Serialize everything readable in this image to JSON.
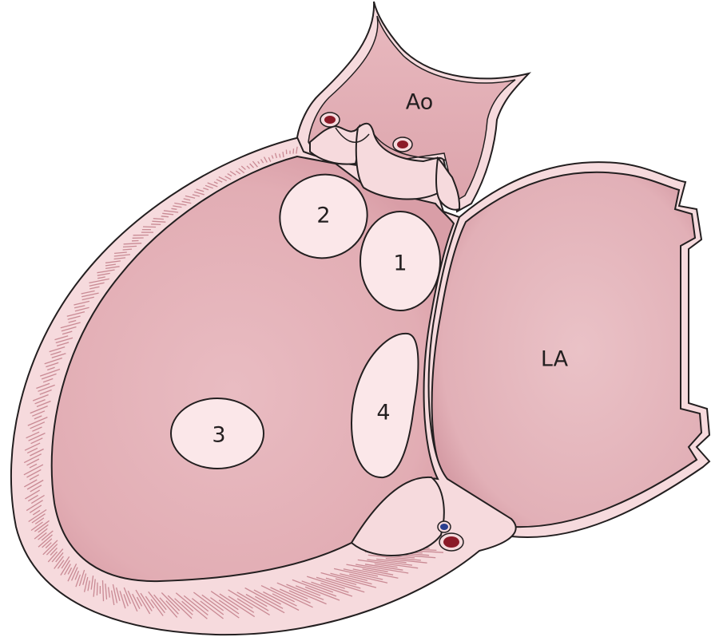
{
  "labels": {
    "aorta": "Ao",
    "left_atrium": "LA",
    "region_1": "1",
    "region_2": "2",
    "region_3": "3",
    "region_4": "4"
  },
  "colors": {
    "wall": "#f6dadd",
    "wall_striation": "#c98a94",
    "cavity": "#e5b5bb",
    "cavity_light": "#efc9ce",
    "region_fill": "#fbe7e9",
    "outline": "#231f20",
    "artery": "#8b1a28",
    "vein": "#2b3f8f"
  }
}
